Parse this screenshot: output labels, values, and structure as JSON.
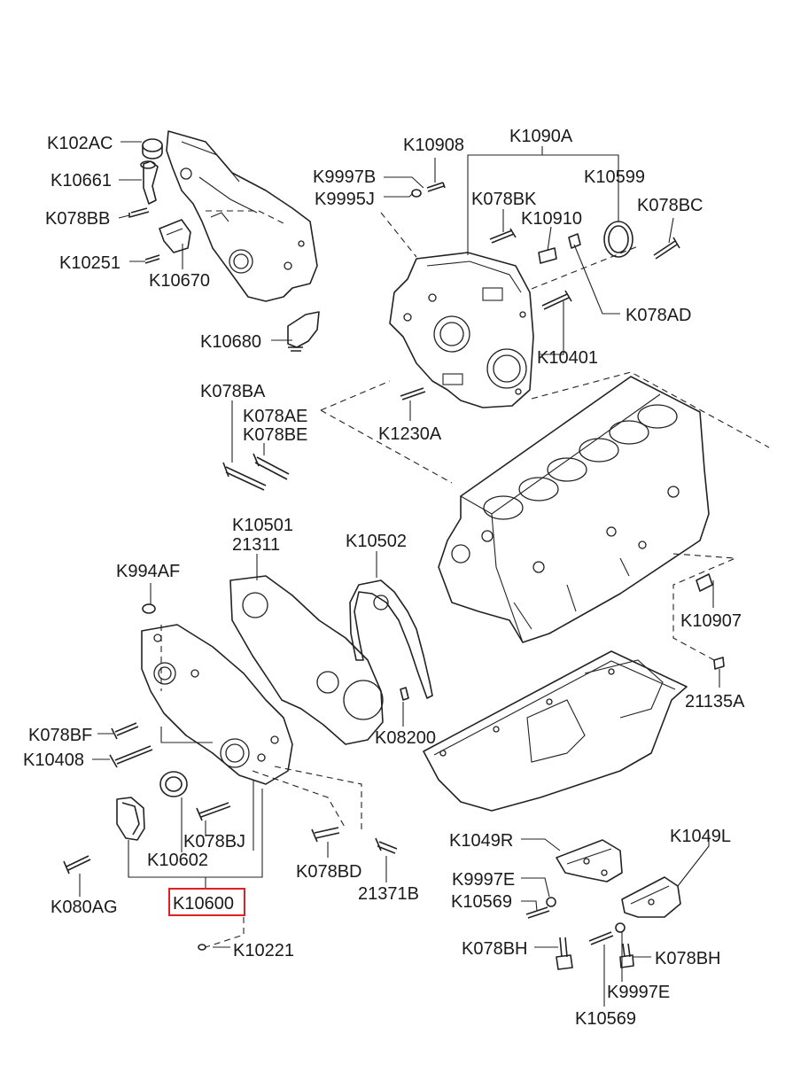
{
  "labels": {
    "k102ac": "K102AC",
    "k10661": "K10661",
    "k078bb": "K078BB",
    "k10251": "K10251",
    "k10670": "K10670",
    "k10680": "K10680",
    "k10908": "K10908",
    "k1090a": "K1090A",
    "k9997b": "K9997B",
    "k9995j": "K9995J",
    "k078bk": "K078BK",
    "k10599": "K10599",
    "k078bc": "K078BC",
    "k10910": "K10910",
    "k078ad": "K078AD",
    "k10401": "K10401",
    "k1230a": "K1230A",
    "k078ba": "K078BA",
    "k078ae": "K078AE",
    "k078be": "K078BE",
    "k10501": "K10501",
    "n21311": "21311",
    "k10502": "K10502",
    "k994af": "K994AF",
    "k10907": "K10907",
    "n21135a": "21135A",
    "k078bf": "K078BF",
    "k08200": "K08200",
    "k10408": "K10408",
    "k078bj": "K078BJ",
    "k10602": "K10602",
    "k078bd": "K078BD",
    "n21371b": "21371B",
    "k080ag": "K080AG",
    "k10600": "K10600",
    "k10221": "K10221",
    "k1049r": "K1049R",
    "k1049l": "K1049L",
    "k9997e_a": "K9997E",
    "k10569_a": "K10569",
    "k078bh_a": "K078BH",
    "k078bh_b": "K078BH",
    "k9997e_b": "K9997E",
    "k10569_b": "K10569"
  },
  "highlighted_part": "K10600",
  "colors": {
    "line": "#222222",
    "highlight": "#e02020",
    "background": "#ffffff"
  }
}
